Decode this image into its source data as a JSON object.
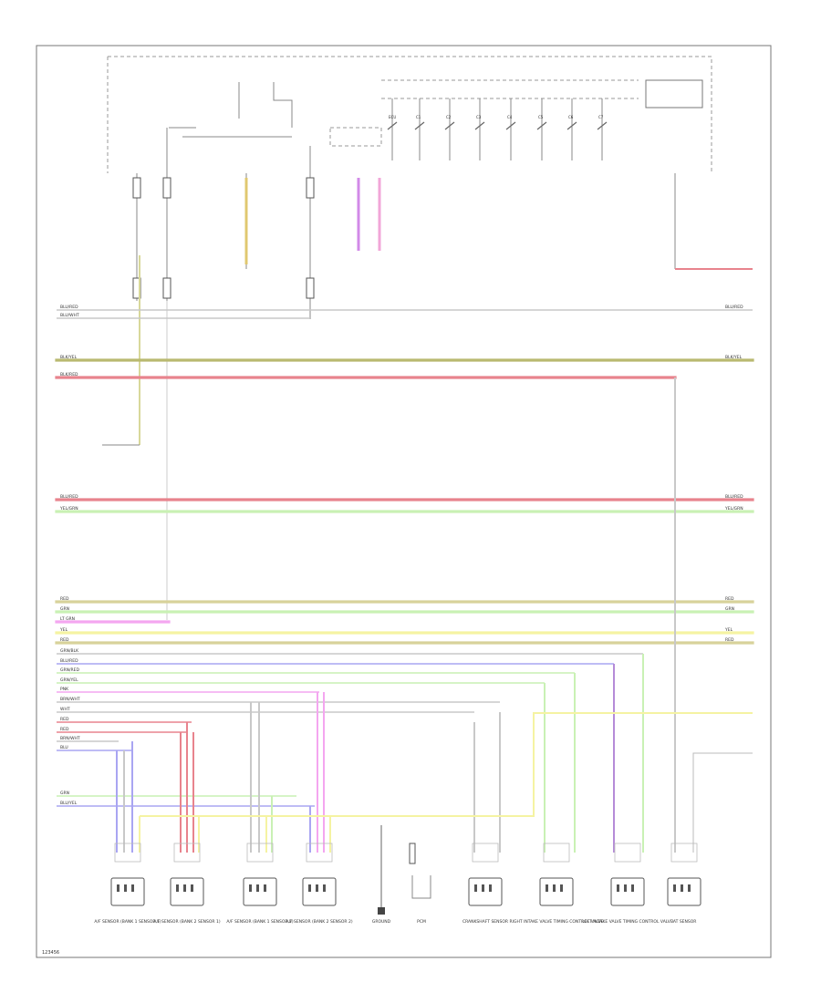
{
  "colors": {
    "frame": "#777777",
    "red": "#e8838d",
    "yellow": "#f5f3a2",
    "light_green": "#c9f1b4",
    "pink": "#f4a6f0",
    "blue": "#a9a5f2",
    "purple": "#b58bd8",
    "olive": "#b9b970",
    "grey": "#c8c8c8",
    "tan": "#d8d29a"
  },
  "diagram": {
    "module_row": {
      "labels": [
        "ECU",
        "C1",
        "C2",
        "C3",
        "C4",
        "C5",
        "C6",
        "C7"
      ]
    },
    "horizontal_wires": [
      {
        "color_key": "grey",
        "left_label": "BLU/RED",
        "right_label": "BLU/RED"
      },
      {
        "color_key": "grey",
        "left_label": "BLU/WHT",
        "right_label": ""
      },
      {
        "color_key": "olive",
        "left_label": "BLK/YEL",
        "right_label": "BLK/YEL"
      },
      {
        "color_key": "red",
        "left_label": "BLK/RED",
        "right_label": ""
      },
      {
        "color_key": "red",
        "left_label": "BLU/RED",
        "right_label": "BLU/RED"
      },
      {
        "color_key": "light_green",
        "left_label": "YEL/GRN",
        "right_label": "YEL/GRN"
      },
      {
        "color_key": "tan",
        "left_label": "RED",
        "right_label": "RED"
      },
      {
        "color_key": "light_green",
        "left_label": "GRN",
        "right_label": "GRN"
      },
      {
        "color_key": "pink",
        "left_label": "LT GRN",
        "right_label": ""
      },
      {
        "color_key": "yellow",
        "left_label": "YEL",
        "right_label": "YEL"
      },
      {
        "color_key": "tan",
        "left_label": "RED",
        "right_label": "RED"
      },
      {
        "color_key": "grey",
        "left_label": "GRN/BLK",
        "right_label": ""
      },
      {
        "color_key": "blue",
        "left_label": "BLU/RED",
        "right_label": ""
      },
      {
        "color_key": "light_green",
        "left_label": "GRN/RED",
        "right_label": ""
      },
      {
        "color_key": "light_green",
        "left_label": "GRN/YEL",
        "right_label": ""
      },
      {
        "color_key": "pink",
        "left_label": "PNK",
        "right_label": ""
      },
      {
        "color_key": "grey",
        "left_label": "BRN/WHT",
        "right_label": ""
      },
      {
        "color_key": "grey",
        "left_label": "WHT",
        "right_label": ""
      },
      {
        "color_key": "red",
        "left_label": "RED",
        "right_label": ""
      },
      {
        "color_key": "red",
        "left_label": "RED",
        "right_label": ""
      },
      {
        "color_key": "grey",
        "left_label": "BRN/WHT",
        "right_label": ""
      },
      {
        "color_key": "blue",
        "left_label": "BLU",
        "right_label": ""
      },
      {
        "color_key": "light_green",
        "left_label": "GRN",
        "right_label": ""
      },
      {
        "color_key": "blue",
        "left_label": "BLU/YEL",
        "right_label": ""
      }
    ],
    "components": [
      {
        "label": "A/F SENSOR (BANK 1 SENSOR 1)"
      },
      {
        "label": "A/F SENSOR (BANK 2 SENSOR 1)"
      },
      {
        "label": "A/F SENSOR (BANK 1 SENSOR 2)"
      },
      {
        "label": "A/F SENSOR (BANK 2 SENSOR 2)"
      },
      {
        "label": "GROUND"
      },
      {
        "label": "PCM"
      },
      {
        "label": "CRANKSHAFT SENSOR"
      },
      {
        "label": "RIGHT INTAKE VALVE TIMING CONTROL VALVE"
      },
      {
        "label": "LEFT INTAKE VALVE TIMING CONTROL VALVE"
      },
      {
        "label": "IAT SENSOR"
      }
    ],
    "footer_id": "123456"
  }
}
